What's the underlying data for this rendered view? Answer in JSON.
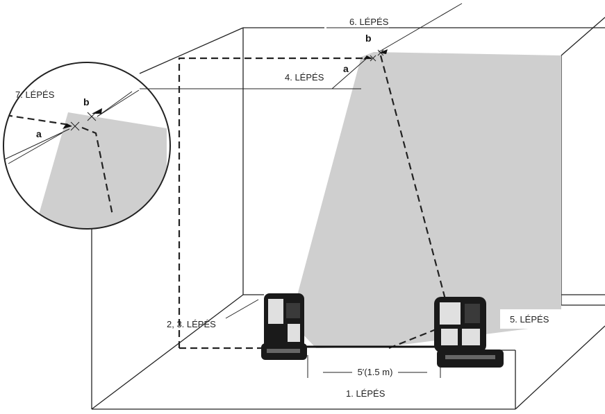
{
  "labels": {
    "step1": "1. LÉPÉS",
    "step23": "2, 3. LÉPÉS",
    "step4": "4. LÉPÉS",
    "step5": "5. LÉPÉS",
    "step6": "6. LÉPÉS",
    "step7": "7. LÉPÉS",
    "distance": "5′(1.5 m)",
    "a_main": "a",
    "b_main": "b",
    "a_zoom": "a",
    "b_zoom": "b"
  },
  "colors": {
    "beam": "#cfcfcf",
    "line": "#222222",
    "device": "#1a1a1a"
  },
  "icons": [
    "laser-level-icon",
    "laser-level-icon"
  ]
}
